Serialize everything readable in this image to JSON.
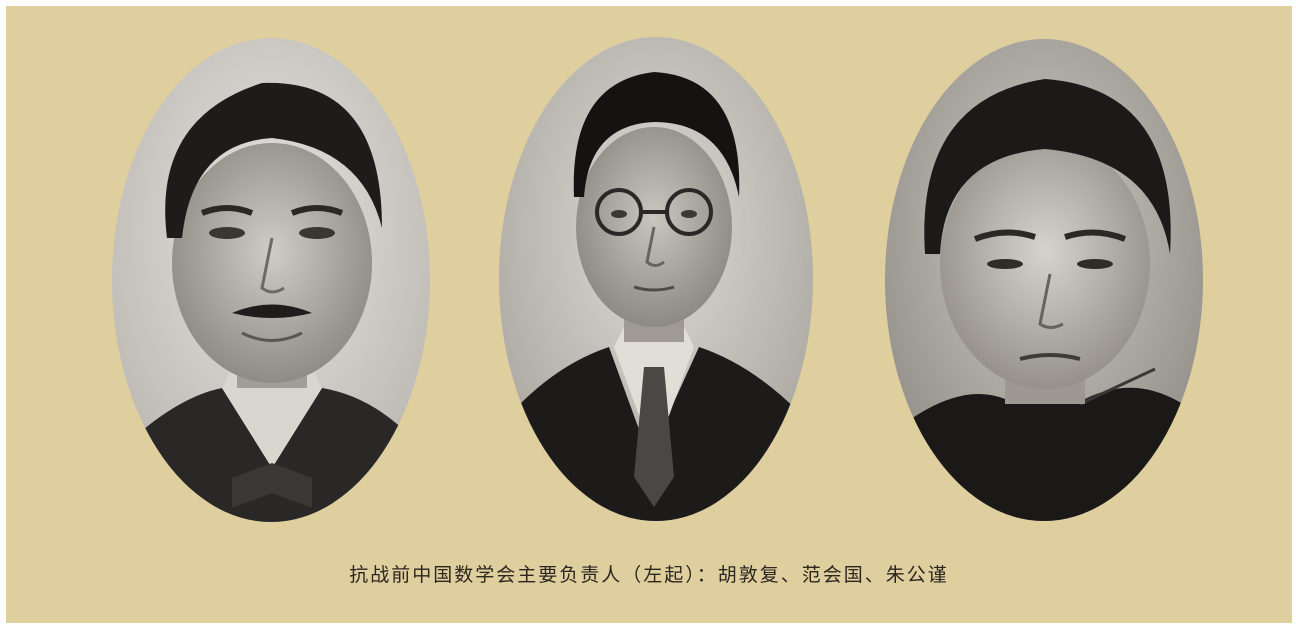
{
  "portraits": [
    {
      "name": "portrait-1"
    },
    {
      "name": "portrait-2"
    },
    {
      "name": "portrait-3"
    }
  ],
  "caption": "抗战前中国数学会主要负责人（左起）：胡敦复、范会国、朱公谨"
}
